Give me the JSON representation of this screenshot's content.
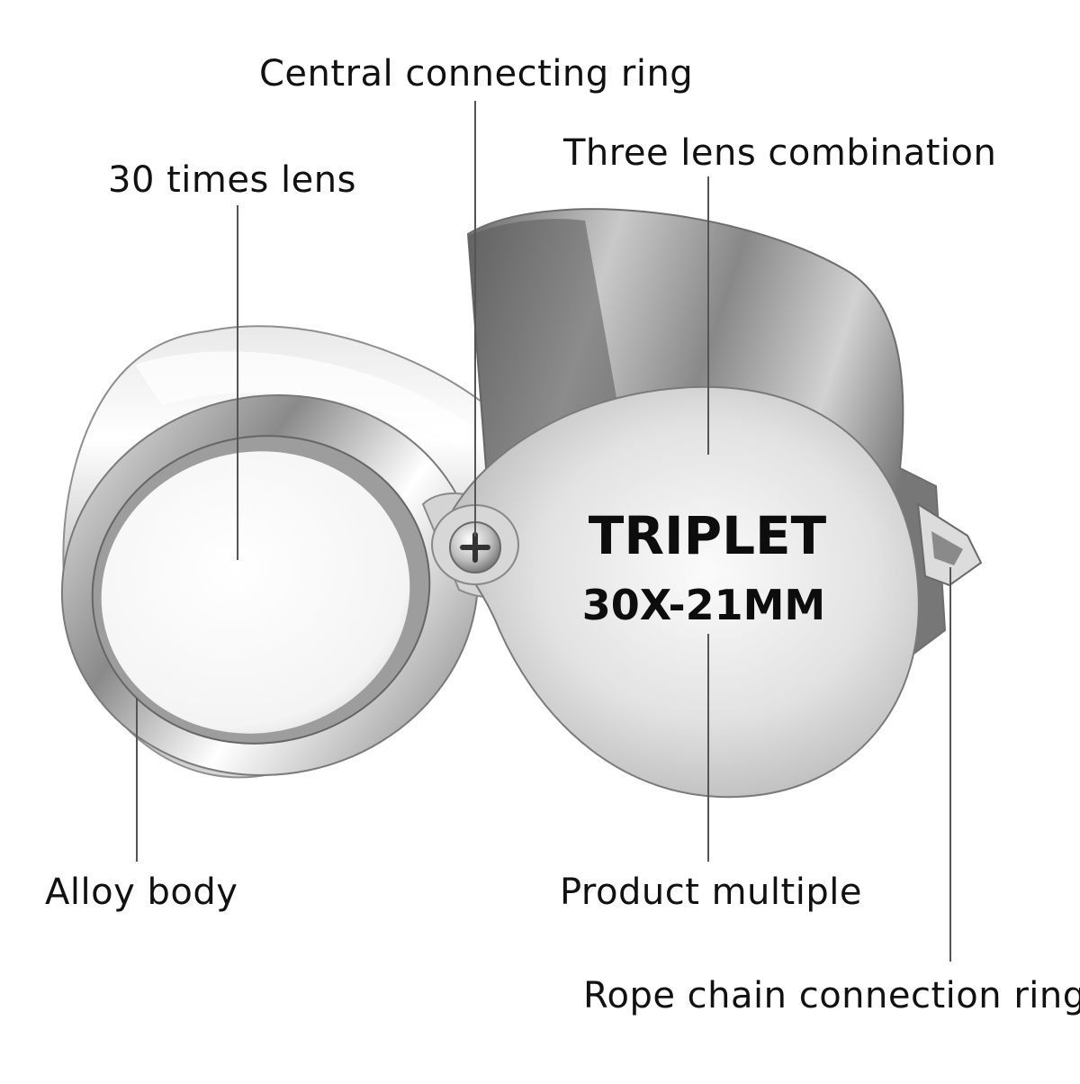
{
  "callouts": {
    "central_ring": "Central connecting ring",
    "three_lens": "Three lens combination",
    "thirty_times": "30 times lens",
    "alloy_body": "Alloy body",
    "product_multiple": "Product multiple",
    "rope_ring": "Rope chain connection ring"
  },
  "engraving": {
    "line1": "TRIPLET",
    "line2": "30X-21MM"
  },
  "colors": {
    "background": "#ffffff",
    "leader_line": "#555555",
    "label_text": "#111111",
    "metal": "#c8c8c8"
  },
  "icons": [
    "screw-icon"
  ]
}
